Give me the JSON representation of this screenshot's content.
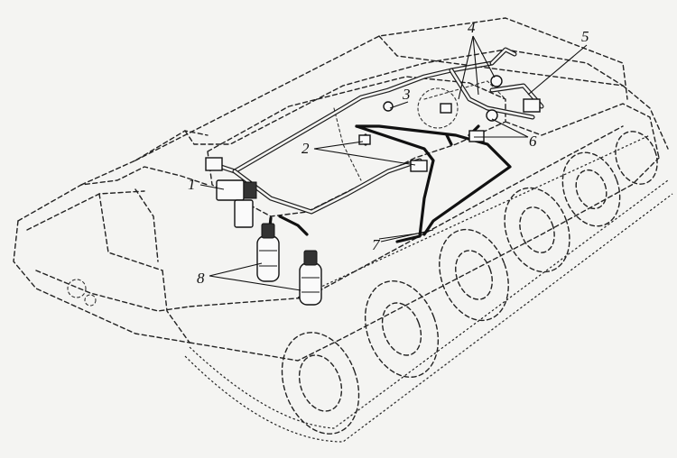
{
  "diagram": {
    "labels": [
      {
        "id": "callout-1",
        "text": "1"
      },
      {
        "id": "callout-2",
        "text": "2"
      },
      {
        "id": "callout-3",
        "text": "3"
      },
      {
        "id": "callout-4",
        "text": "4"
      },
      {
        "id": "callout-5",
        "text": "5"
      },
      {
        "id": "callout-6",
        "text": "6"
      },
      {
        "id": "callout-7",
        "text": "7"
      },
      {
        "id": "callout-8",
        "text": "8"
      }
    ]
  }
}
